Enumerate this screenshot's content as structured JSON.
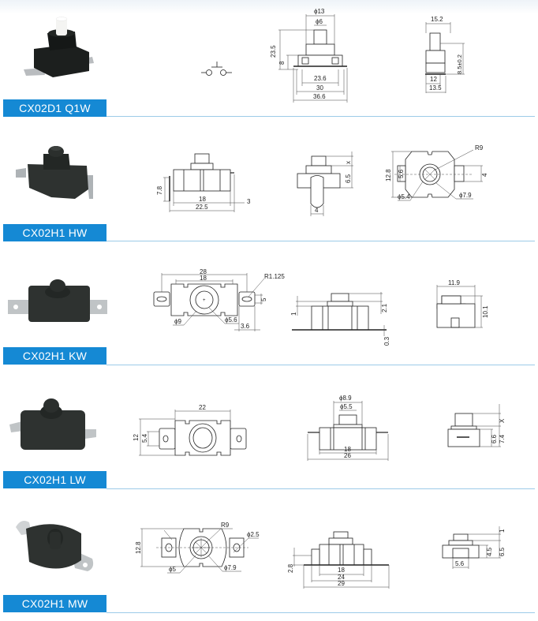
{
  "accent_color": "#1589d4",
  "rule_color": "#9ccbe8",
  "products": [
    {
      "model": "CX02D1 Q1W",
      "photo_icon": "push-switch-photo-white-plunger",
      "schematic_icon": "normally-open-switch-symbol",
      "front_view": {
        "dims": [
          "ϕ13",
          "ϕ6",
          "23.5",
          "8",
          "23.6",
          "30",
          "36.6"
        ]
      },
      "side_view": {
        "dims": [
          "15.2",
          "8.5±0.2",
          "12",
          "13.5"
        ]
      }
    },
    {
      "model": "CX02H1 HW",
      "photo_icon": "push-switch-photo-black",
      "front_view": {
        "dims": [
          "7.8",
          "18",
          "3",
          "22.5"
        ]
      },
      "side_view": {
        "dims": [
          "x",
          "6.5",
          "4"
        ]
      },
      "top_view": {
        "dims": [
          "R9",
          "12.8",
          "5.6",
          "4",
          "ϕ5.4",
          "ϕ7.9"
        ]
      }
    },
    {
      "model": "CX02H1 KW",
      "photo_icon": "push-switch-photo-tabs",
      "top_view": {
        "dims": [
          "28",
          "18",
          "R1.125",
          "5",
          "ϕ9",
          "ϕ5.6",
          "3.6"
        ]
      },
      "front_view": {
        "dims": [
          "1",
          "2.1",
          "0.3"
        ]
      },
      "side_view": {
        "dims": [
          "11.9",
          "10.1"
        ]
      }
    },
    {
      "model": "CX02H1 LW",
      "photo_icon": "push-switch-photo-tabs",
      "top_view": {
        "dims": [
          "22",
          "12",
          "5.4"
        ]
      },
      "front_view": {
        "dims": [
          "ϕ8.9",
          "ϕ5.5",
          "18",
          "26"
        ]
      },
      "side_view": {
        "dims": [
          "X",
          "6.6",
          "7.4"
        ]
      }
    },
    {
      "model": "CX02H1 MW",
      "photo_icon": "push-switch-photo-round-tabs",
      "top_view": {
        "dims": [
          "R9",
          "ϕ2.5",
          "12.8",
          "ϕ5",
          "ϕ7.9"
        ]
      },
      "front_view": {
        "dims": [
          "2.8",
          "18",
          "24",
          "29"
        ]
      },
      "side_view": {
        "dims": [
          "1",
          "6.5",
          "4.5",
          "5.6"
        ]
      }
    }
  ]
}
